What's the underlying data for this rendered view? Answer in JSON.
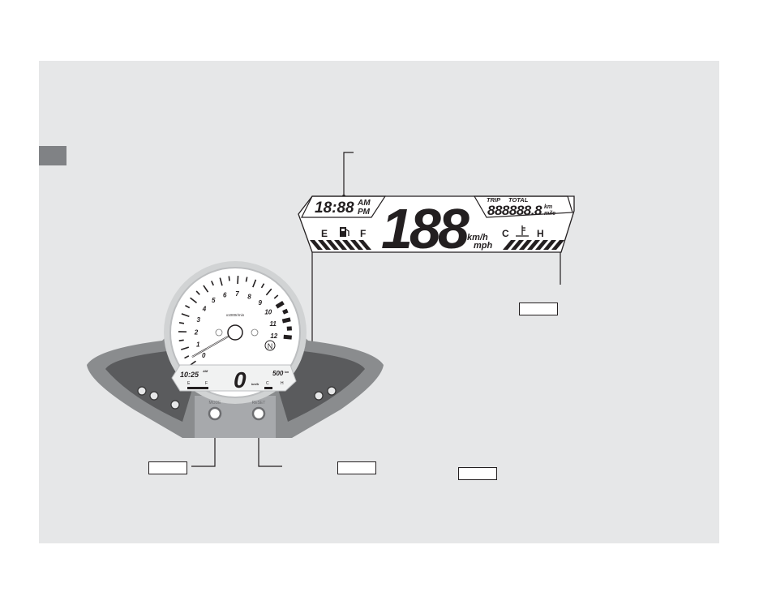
{
  "colors": {
    "page_bg": "#e6e7e8",
    "tab": "#808285",
    "ink": "#231f20",
    "housing": "#8a8c8e",
    "housing_dark": "#5a5b5d"
  },
  "lcd_detail": {
    "clock": "18:88",
    "am": "AM",
    "pm": "PM",
    "speed": "188",
    "speed_unit_km": "km/h",
    "speed_unit_mph": "mph",
    "trip": "TRIP",
    "total": "TOTAL",
    "odometer": "888888.8",
    "odo_unit_km": "km",
    "odo_unit_mile": "mile",
    "fuel_empty": "E",
    "fuel_full": "F",
    "temp_cold": "C",
    "temp_hot": "H",
    "fuel_icon": "fuel-pump-icon",
    "temp_icon": "coolant-temperature-icon"
  },
  "instrument": {
    "tach_numbers": [
      "0",
      "1",
      "2",
      "3",
      "4",
      "5",
      "6",
      "7",
      "8",
      "9",
      "10",
      "11",
      "12"
    ],
    "tach_unit": "x1000r/min",
    "neutral": "N",
    "lcd_clock": "10:25",
    "lcd_am": "AM",
    "lcd_speed": "0",
    "lcd_speed_unit": "km/h",
    "lcd_odo": "500",
    "lcd_odo_unit": "km",
    "lcd_e": "E",
    "lcd_f": "F",
    "lcd_c": "C",
    "lcd_h": "H",
    "mode_button": "MODE",
    "reset_button": "RESET",
    "left_icons": [
      "turn-left-indicator-icon",
      "high-beam-icon",
      "oil-pressure-icon"
    ],
    "right_icons": [
      "headlight-icon",
      "turn-right-indicator-icon"
    ]
  }
}
